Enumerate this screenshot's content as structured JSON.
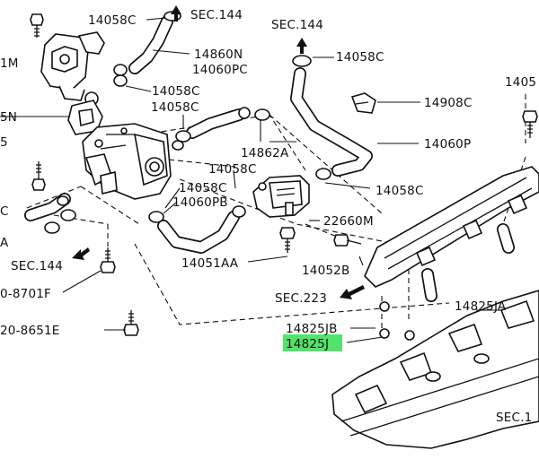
{
  "labels": {
    "p14058c_a": "14058C",
    "sec144_top": "SEC.144",
    "p14860n": "14860N",
    "p14060pc": "14060PC",
    "p14058c_b": "14058C",
    "p14058c_c": "14058C",
    "sec144_right": "SEC.144",
    "p14058c_right": "14058C",
    "p14908c": "14908C",
    "p14060p": "14060P",
    "p14862a": "14862A",
    "p14058c_d": "14058C",
    "p14058c_e": "14058C",
    "p14058c_f": "14058C",
    "p14060pb": "14060PB",
    "p22660m": "22660M",
    "p14051aa": "14051AA",
    "p14052b": "14052B",
    "sec223": "SEC.223",
    "p14825jb": "14825JB",
    "p14825j": "14825J",
    "p14825ja": "14825JA",
    "sec144_left": "SEC.144",
    "p8701f": "0-8701F",
    "p8651e": "20-8651E",
    "cut_1m": "1M",
    "cut_5n": "5N",
    "cut_5": "5",
    "cut_c": "C",
    "cut_a": "A",
    "cut_1405": "1405",
    "sec1_bottom": "SEC.1"
  },
  "highlight": {
    "label": "14825J",
    "color": "#52e36a"
  }
}
